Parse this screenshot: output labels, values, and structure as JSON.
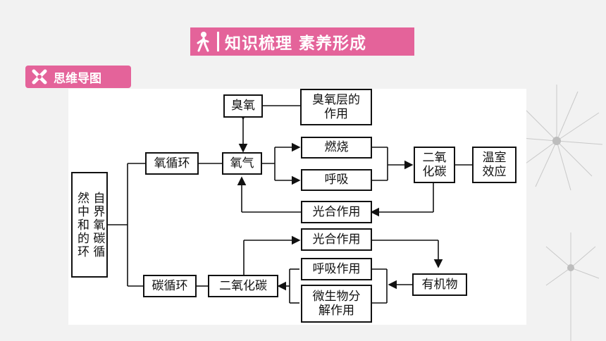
{
  "header": {
    "title": "知识梳理 素养形成",
    "subtitle": "思维导图"
  },
  "diagram": {
    "root": {
      "col1": "自界氧碳循",
      "col2": "然中和的环"
    },
    "oxygen_cycle": "氧循环",
    "carbon_cycle": "碳循环",
    "ozone": "臭氧",
    "ozone_layer_role": "臭氧层的作用",
    "oxygen": "氧气",
    "combustion": "燃烧",
    "respiration": "呼吸",
    "co2_top": "二氧化碳",
    "greenhouse": "温室效应",
    "photosynthesis_top": "光合作用",
    "photosynthesis_bottom": "光合作用",
    "co2_bottom": "二氧化碳",
    "respiration_bottom": "呼吸作用",
    "decomposition": "微生物分解作用",
    "organic_matter": "有机物"
  },
  "colors": {
    "accent": "#e4639a",
    "background": "#f2f2f2",
    "stroke": "#111111"
  }
}
